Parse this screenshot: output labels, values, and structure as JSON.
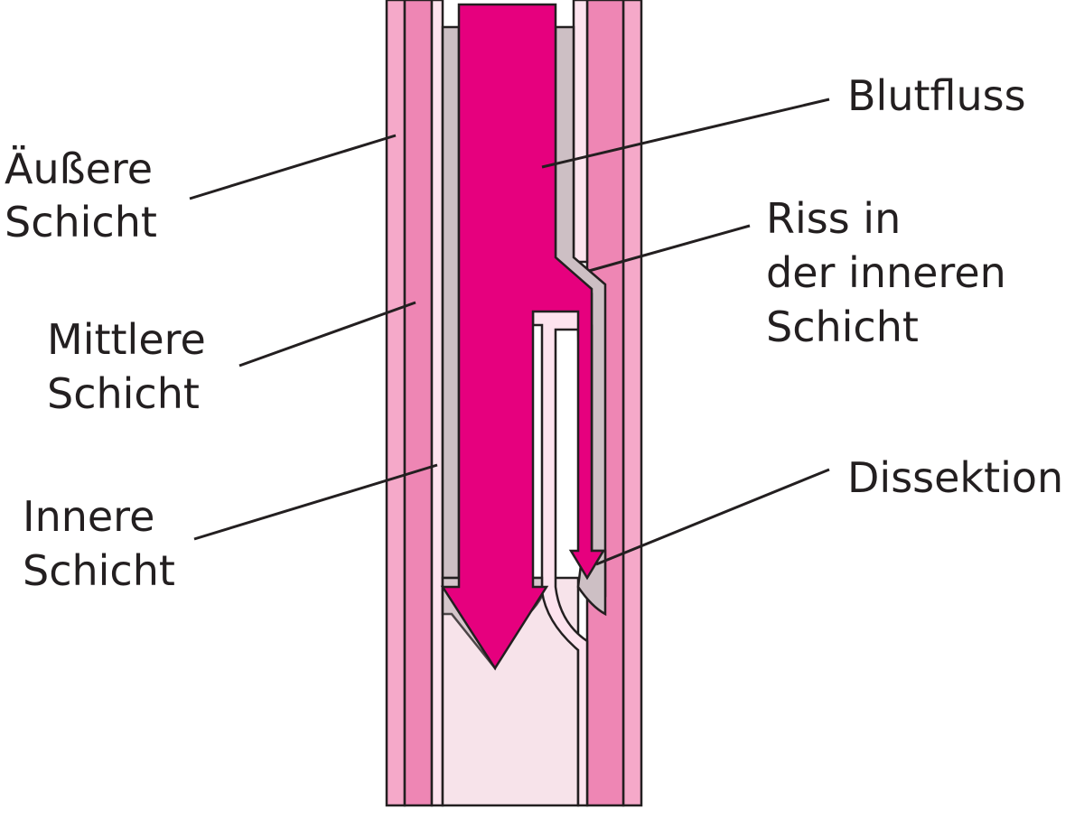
{
  "labels": {
    "outer_layer": [
      "Äußere",
      "Schicht"
    ],
    "middle_layer": [
      "Mittlere",
      "Schicht"
    ],
    "inner_layer": [
      "Innere",
      "Schicht"
    ],
    "blood_flow": "Blutfluss",
    "tear": [
      "Riss in",
      "der inneren",
      "Schicht"
    ],
    "dissection": "Dissektion"
  },
  "colors": {
    "outer_layer": "#f5a9c9",
    "middle_layer": "#ee86b4",
    "inner_layer": "#fde3ee",
    "blood": "#e6007e",
    "wall_stipple": "#cdbfc4",
    "lumen_below": "#f7e3ea"
  }
}
